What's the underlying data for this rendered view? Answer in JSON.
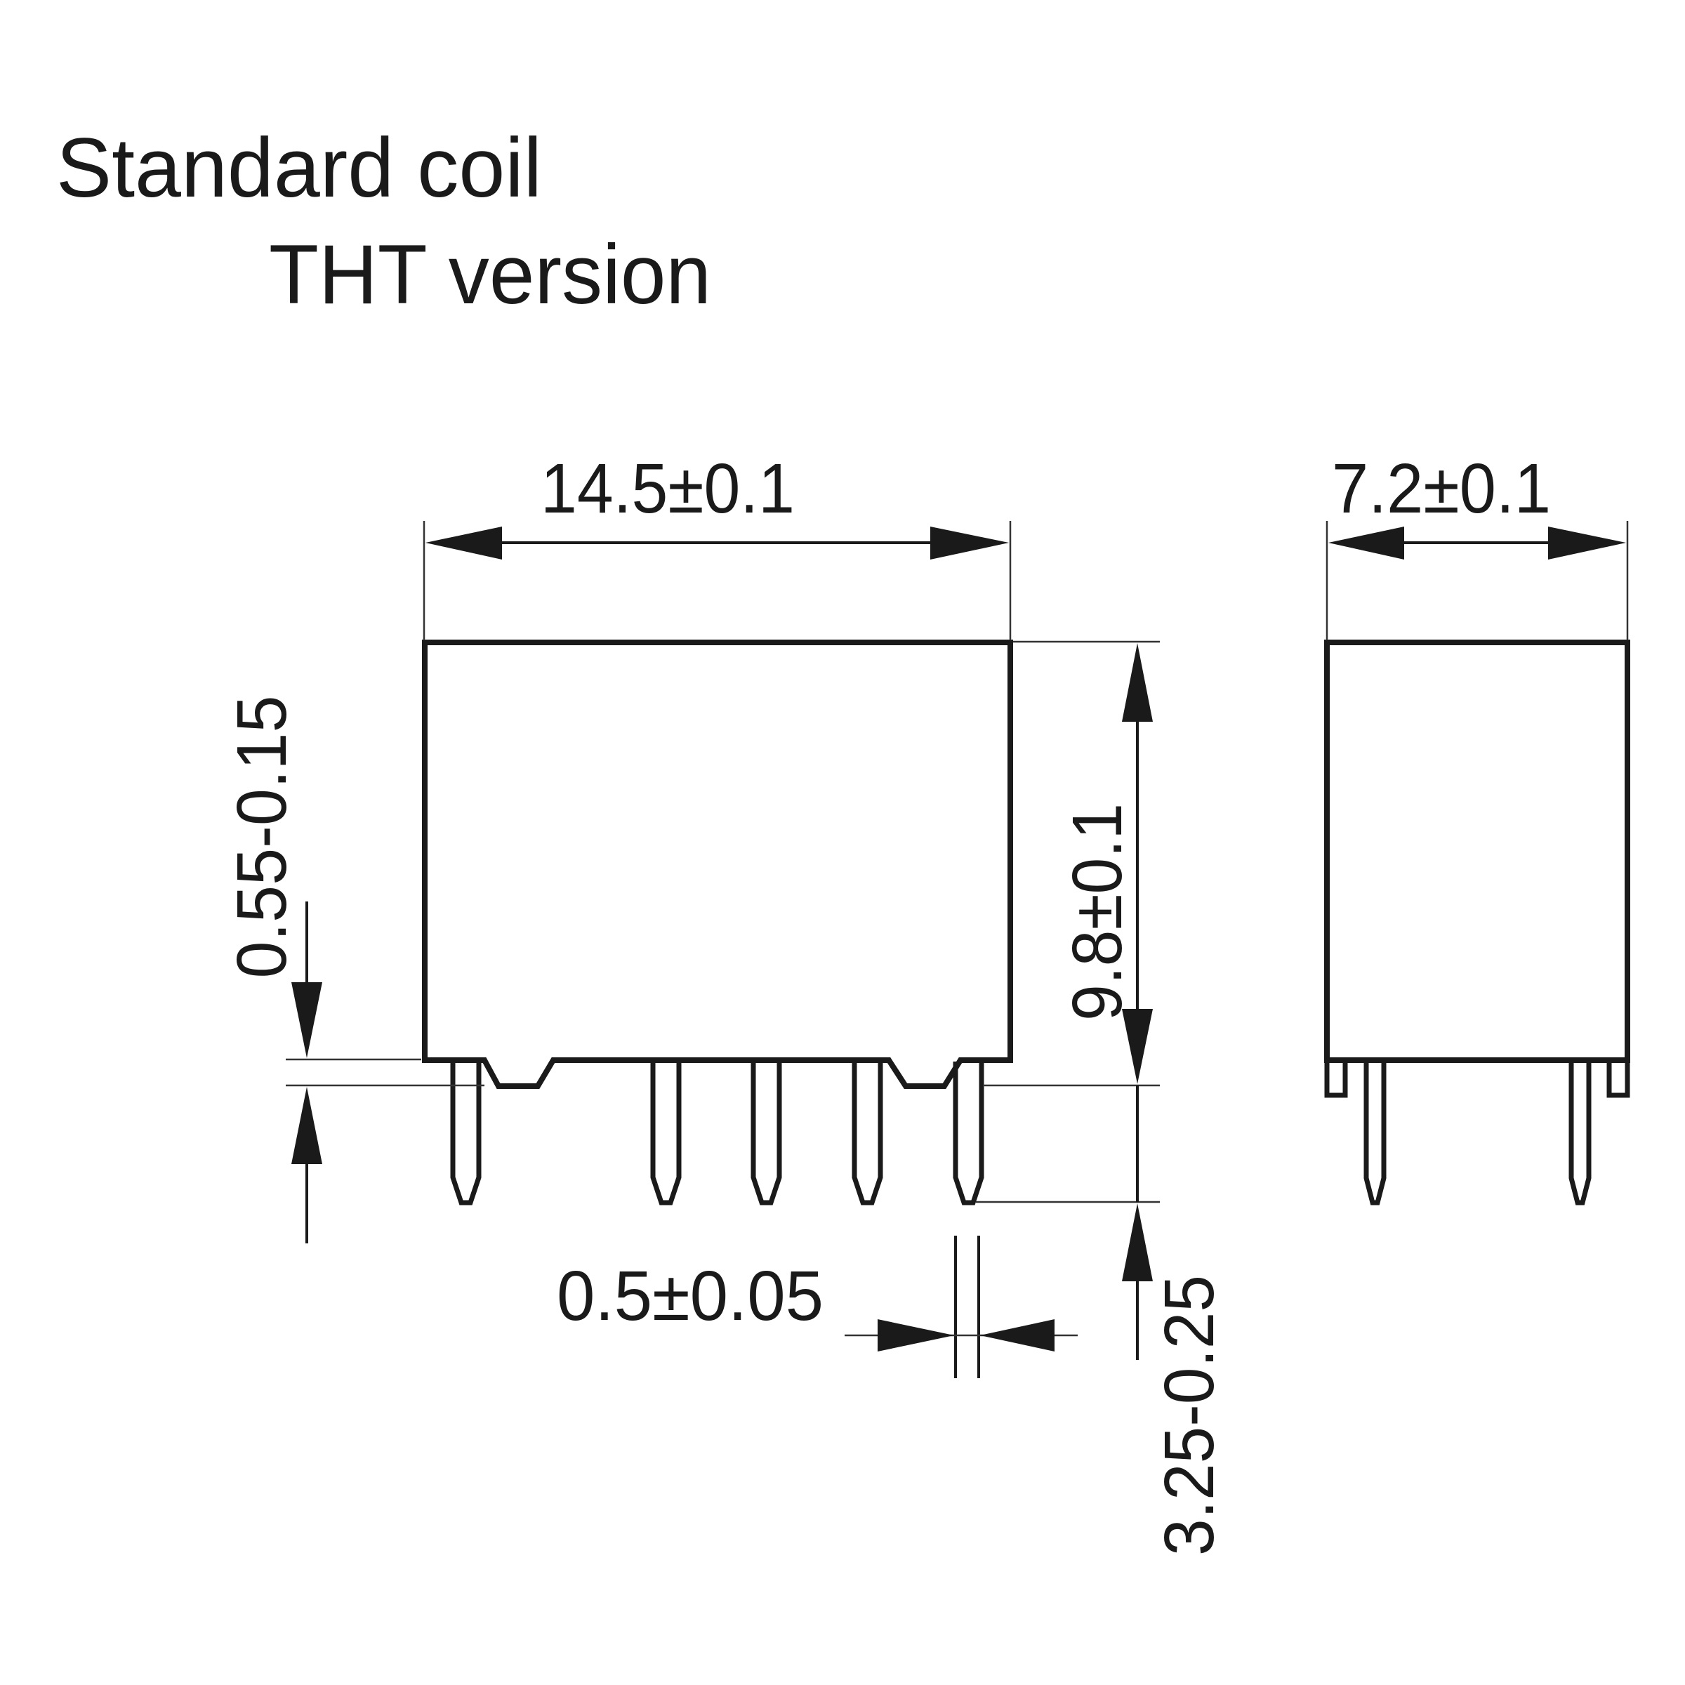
{
  "title": {
    "line1": "Standard coil",
    "line2": "THT version"
  },
  "front_view": {
    "dimensions": {
      "width": "14.5±0.1",
      "height": "9.8±0.1",
      "standoff": "0.55-0.15",
      "pin_length": "3.25-0.25",
      "pin_width": "0.5±0.05"
    },
    "pin_count": 5
  },
  "side_view": {
    "dimensions": {
      "depth": "7.2±0.1"
    },
    "pin_count": 2
  },
  "colors": {
    "line": "#1a1a1a",
    "background": "#ffffff"
  }
}
